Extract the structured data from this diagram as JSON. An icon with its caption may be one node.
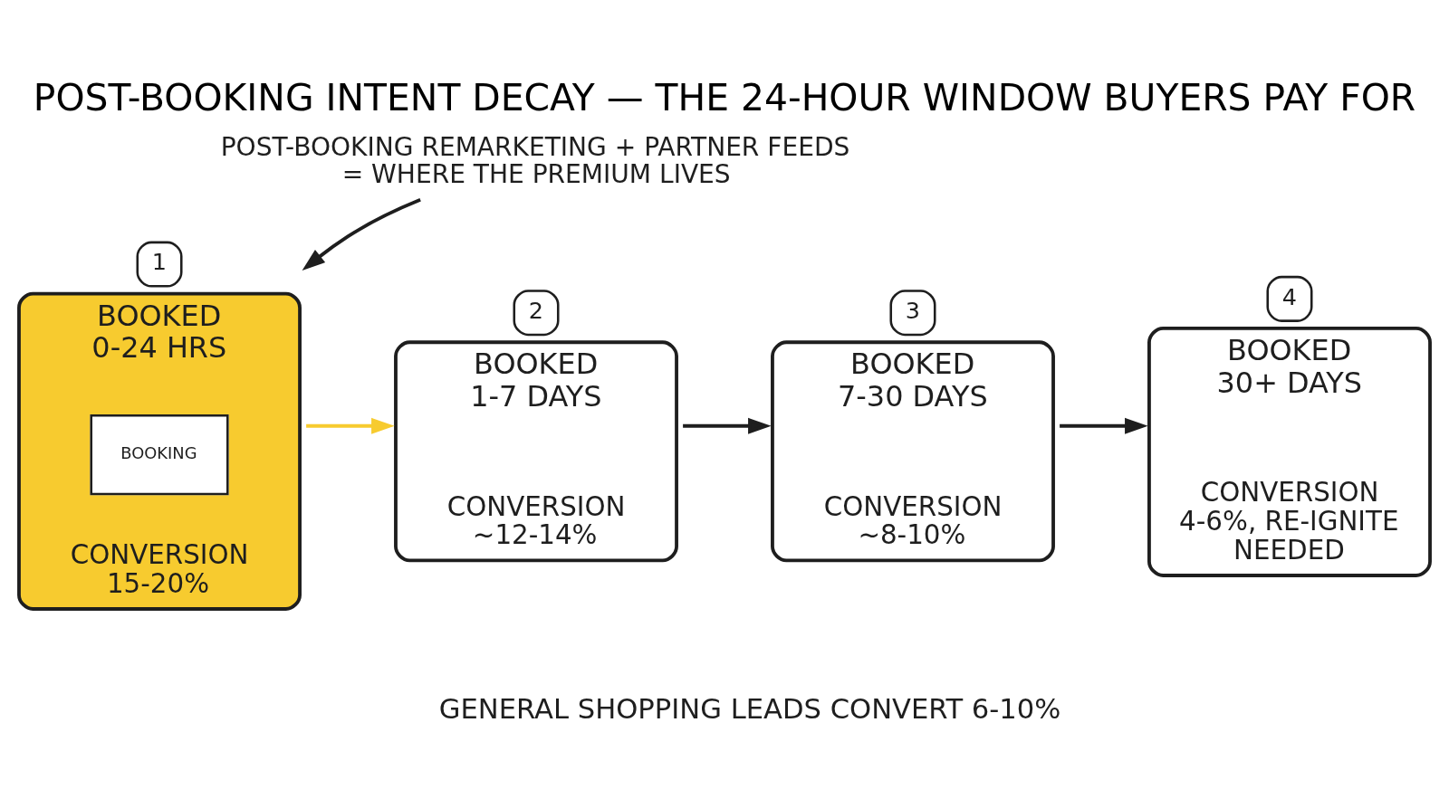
{
  "diagram": {
    "title": "POST-BOOKING INTENT DECAY — THE 24-HOUR WINDOW BUYERS PAY FOR",
    "nodes": [
      {
        "text": [
          "POST-BOOKING REMARKETING + PARTNER FEEDS = WHERE THE PREMIUM LIVES"
        ]
      },
      {
        "text": [
          "1",
          "BOOKED 0-24 HRS",
          "BOOKING",
          "CONVERSION 15-20%"
        ]
      },
      {
        "text": [
          "2",
          "BOOKED 1-7 DAYS",
          "CONVERSION ~12-14%"
        ]
      },
      {
        "text": [
          "3",
          "BOOKED 7-30 DAYS",
          "CONVERSION ~8-10%"
        ]
      },
      {
        "text": [
          "4",
          "BOOKED 30+ DAYS",
          "CONVERSION 4-6%, RE-IGNITE NEEDED"
        ]
      }
    ],
    "edges": [
      {
        "from": 0,
        "to": 1,
        "arrow": "to"
      },
      {
        "from": 1,
        "to": 2,
        "arrow": "to",
        "color": "#f7cb2f"
      },
      {
        "from": 2,
        "to": 3,
        "arrow": "to"
      },
      {
        "from": 3,
        "to": 4,
        "arrow": "to"
      }
    ],
    "labels": [
      "GENERAL SHOPPING LEADS CONVERT 6-10%"
    ]
  }
}
